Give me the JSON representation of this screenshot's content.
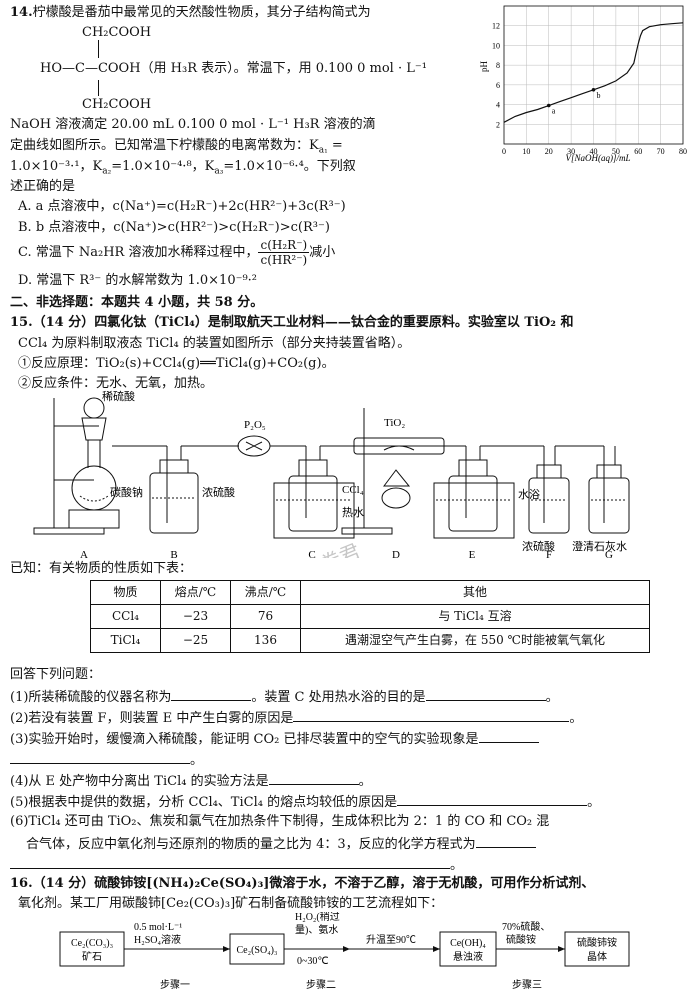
{
  "q14": {
    "number": "14.",
    "line1": "柠檬酸是番茄中最常见的天然酸性物质，其分子结构简式为",
    "top_group": "CH₂COOH",
    "left_group": "HO",
    "center_group": "—C—COOH（用 H₃R 表示）。常温下，用 0.100 0 mol · L⁻¹",
    "bottom_group": "CH₂COOH",
    "line2": "NaOH 溶液滴定 20.00 mL 0.100 0 mol · L⁻¹ H₃R 溶液的滴",
    "line3": "定曲线如图所示。已知常温下柠檬酸的电离常数为：K",
    "line4": "1.0×10⁻³·¹，K",
    "line4b": "=1.0×10⁻⁴·⁸，K",
    "line4c": "=1.0×10⁻⁶·⁴。下列叙",
    "line5": "述正确的是",
    "optA": "A. a 点溶液中，c(Na⁺)=c(H₂R⁻)+2c(HR²⁻)+3c(R³⁻)",
    "optB": "B. b 点溶液中，c(Na⁺)>c(HR²⁻)>c(H₂R⁻)>c(R³⁻)",
    "optC_pre": "C. 常温下 Na₂HR 溶液加水稀释过程中，",
    "optC_num": "c(H₂R⁻)",
    "optC_den": "c(HR²⁻)",
    "optC_post": "减小",
    "optD": "D. 常温下 R³⁻ 的水解常数为 1.0×10⁻⁹·²"
  },
  "section2": "二、非选择题：本题共 4 小题，共 58 分。",
  "q15": {
    "line1": "15.（14 分）四氯化钛（TiCl₄）是制取航天工业材料——钛合金的重要原料。实验室以 TiO₂ 和",
    "line2": "CCl₄ 为原料制取液态 TiCl₄ 的装置如图所示（部分夹持装置省略）。",
    "line3": "①反应原理：TiO₂(s)+CCl₄(g)══TiCl₄(g)+CO₂(g)。",
    "line4": "②反应条件：无水、无氧，加热。",
    "known": "已知：有关物质的性质如下表：",
    "answer_intro": "回答下列问题：",
    "sub1a": "(1)所装稀硫酸的仪器名称为",
    "sub1b": "。装置 C 处用热水浴的目的是",
    "sub2": "(2)若没有装置 F，则装置 E 中产生白雾的原因是",
    "sub3": "(3)实验开始时，缓慢滴入稀硫酸，能证明 CO₂ 已排尽装置中的空气的实验现象是",
    "sub4": "(4)从 E 处产物中分离出 TiCl₄ 的实验方法是",
    "sub5": "(5)根据表中提供的数据，分析 CCl₄、TiCl₄ 的熔点均较低的原因是",
    "sub6a": "(6)TiCl₄ 还可由 TiO₂、焦炭和氯气在加热条件下制得，生成体积比为 2：1 的 CO 和 CO₂ 混",
    "sub6b": "合气体，反应中氧化剂与还原剂的物质的量之比为 4：3，反应的化学方程式为",
    "period": "。"
  },
  "table": {
    "headers": [
      "物质",
      "熔点/℃",
      "沸点/℃",
      "其他"
    ],
    "rows": [
      [
        "CCl₄",
        "−23",
        "76",
        "与 TiCl₄ 互溶"
      ],
      [
        "TiCl₄",
        "−25",
        "136",
        "遇潮湿空气产生白雾，在 550 ℃时能被氧气氧化"
      ]
    ]
  },
  "apparatus": {
    "labels": [
      "A",
      "B",
      "C",
      "D",
      "E",
      "F",
      "G"
    ],
    "dilute_acid": "稀硫酸",
    "sodium_carbonate": "碳酸钠",
    "conc_acid_b": "浓硫酸",
    "p2o5": "P₂O₅",
    "ccl4": "CCl₄",
    "hot_water": "热水",
    "tio2": "TiO₂",
    "water_bath": "水浴",
    "conc_acid_f": "浓硫酸",
    "limewater": "澄清石灰水",
    "watermark": "公众号：高中试卷君"
  },
  "q16": {
    "line1": "16.（14 分）硫酸铈铵[(NH₄)₂Ce(SO₄)₃]微溶于水，不溶于乙醇，溶于无机酸，可用作分析试剂、",
    "line2": "氧化剂。某工厂用碳酸铈[Ce₂(CO₃)₃]矿石制备硫酸铈铵的工艺流程如下：",
    "box1a": "Ce₂(CO₃)₃",
    "box1b": "矿石",
    "arrow1a": "0.5 mol·L⁻¹",
    "arrow1b": "H₂SO₄溶液",
    "box2": "Ce₂(SO₄)₃",
    "arrow2a": "H₂O₂(稍过",
    "arrow2b": "量)、氨水",
    "arrow2c": "0~30℃",
    "arrow3": "升温至90℃",
    "box3a": "Ce(OH)₄",
    "box3b": "悬浊液",
    "arrow4a": "70%硫酸、",
    "arrow4b": "硫酸铵",
    "box4a": "硫酸铈铵",
    "box4b": "晶体",
    "step1": "步骤一",
    "step2": "步骤二",
    "step3": "步骤三"
  },
  "chart_data": {
    "type": "line",
    "xlabel": "V[NaOH(aq)]/mL",
    "ylabel": "pH",
    "xlim": [
      0,
      80
    ],
    "ylim": [
      0,
      14
    ],
    "xticks": [
      0,
      10,
      20,
      30,
      40,
      50,
      60,
      70,
      80
    ],
    "yticks": [
      2,
      4,
      6,
      8,
      10,
      12
    ],
    "grid": true,
    "x": [
      0,
      5,
      10,
      15,
      20,
      25,
      30,
      35,
      40,
      45,
      50,
      55,
      58,
      59,
      60,
      61,
      62,
      65,
      70,
      75,
      80
    ],
    "y": [
      2.2,
      2.8,
      3.2,
      3.5,
      3.9,
      4.3,
      4.7,
      5.1,
      5.5,
      5.9,
      6.4,
      7.2,
      8.2,
      9.2,
      10.2,
      11.0,
      11.5,
      11.9,
      12.1,
      12.2,
      12.3
    ],
    "points": [
      {
        "label": "a",
        "x": 20,
        "y": 3.9
      },
      {
        "label": "b",
        "x": 40,
        "y": 5.5
      }
    ]
  }
}
